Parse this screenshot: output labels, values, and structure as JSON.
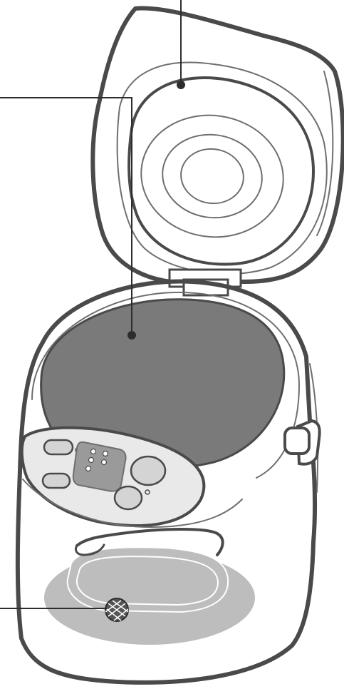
{
  "figure": {
    "subject": "electric-water-boiler-open-lid",
    "colors": {
      "outline": "#4a4a4a",
      "inner_pot_fill": "#7a7a7a",
      "panel_fill": "#e9e9e9",
      "display_fill": "#9a9a9a",
      "button_fill": "#d4d4d4",
      "base_shadow": "#bdbdbd",
      "leader": "#2d2d2d"
    },
    "callouts": [
      {
        "id": "lid-callout",
        "points_to": "lid-inner-surface"
      },
      {
        "id": "pot-callout",
        "points_to": "inner-container"
      },
      {
        "id": "heater-callout",
        "points_to": "bottom-sensor"
      }
    ],
    "control_panel": {
      "buttons": [
        "button-top-left",
        "button-bottom-left",
        "button-large-right-top",
        "button-large-right-bottom"
      ],
      "indicator_dots": 5
    }
  }
}
